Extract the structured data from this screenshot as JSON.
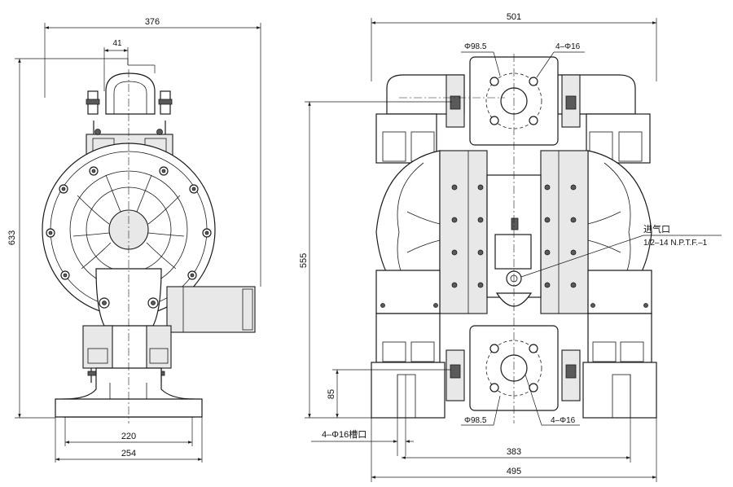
{
  "dims": {
    "side_overall_width": "376",
    "side_offset": "41",
    "side_height": "633",
    "side_base_inner": "220",
    "side_base_outer": "254",
    "front_width": "501",
    "front_inlet_height": "555",
    "front_outlet_height": "85",
    "front_foot_span": "383",
    "front_base_width": "495"
  },
  "labels": {
    "flange_top_dia": "Φ98.5",
    "flange_top_holes": "4–Φ16",
    "flange_bottom_dia": "Φ98.5",
    "flange_bottom_holes": "4–Φ16",
    "slot_holes": "4–Φ16槽口",
    "air_inlet": "进气口",
    "air_inlet_thread": "1/2–14 N.P.T.F.–1"
  }
}
